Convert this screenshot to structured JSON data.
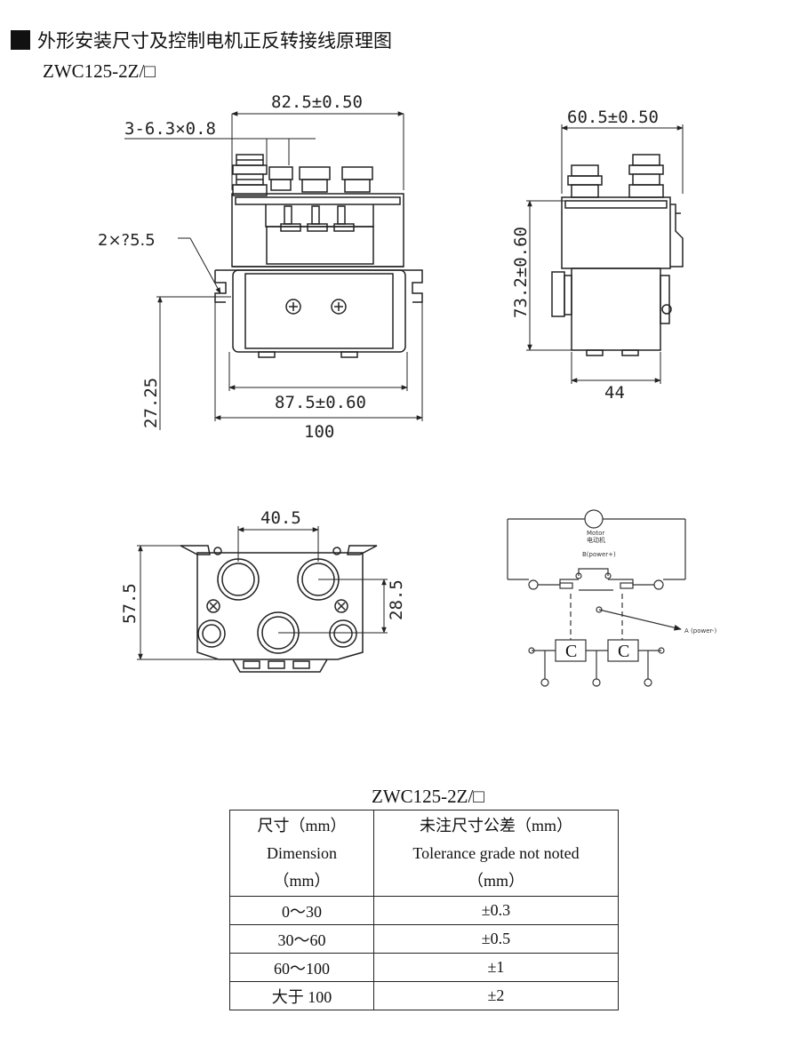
{
  "header": {
    "title": "外形安装尺寸及控制电机正反转接线原理图",
    "model": "ZWC125-2Z/□"
  },
  "front_view": {
    "dim_top": "82.5±0.50",
    "dim_terminal": "3-6.3×0.8",
    "dim_hole": "2×?5.5",
    "dim_left": "27.25",
    "dim_inner": "87.5±0.60",
    "dim_total": "100"
  },
  "side_view": {
    "dim_top": "60.5±0.50",
    "dim_height": "73.2±0.60",
    "dim_bottom": "44"
  },
  "top_view": {
    "dim_spacing": "40.5",
    "dim_height": "57.5",
    "dim_offset": "28.5"
  },
  "schematic": {
    "motor_label": "Motor",
    "motor_label_cn": "电动机",
    "b_label": "B(power+)",
    "a_label": "A (power-)",
    "coil_1": "C",
    "coil_2": "C"
  },
  "table": {
    "title": "ZWC125-2Z/□",
    "header_col1": [
      "尺寸（mm）",
      "Dimension",
      "（mm）"
    ],
    "header_col2": [
      "未注尺寸公差（mm）",
      "Tolerance grade not noted",
      "（mm）"
    ],
    "rows": [
      {
        "dimension": "0～30",
        "tolerance": "±0.3"
      },
      {
        "dimension": "30～60",
        "tolerance": "±0.5"
      },
      {
        "dimension": "60～100",
        "tolerance": "±1"
      },
      {
        "dimension": "大于 100",
        "tolerance": "±2"
      }
    ]
  }
}
